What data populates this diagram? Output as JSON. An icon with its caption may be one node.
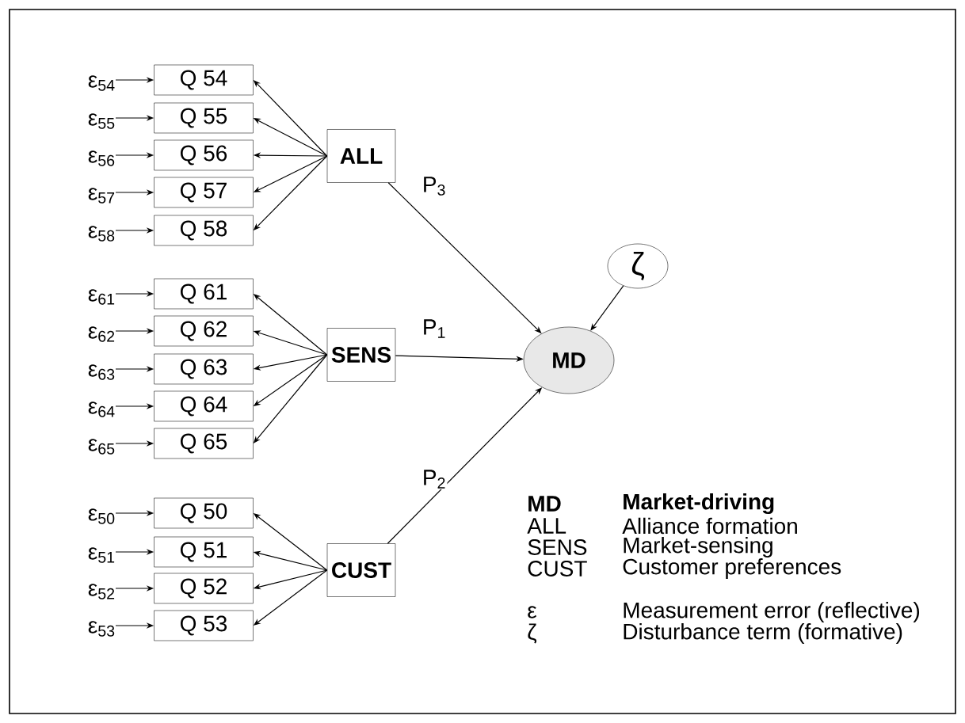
{
  "diagram": {
    "nodes": [
      {
        "text": [
          "ε$_{54}$"
        ]
      },
      {
        "text": [
          "Q 54"
        ]
      },
      {
        "text": [
          "ε$_{55}$"
        ]
      },
      {
        "text": [
          "Q 55"
        ]
      },
      {
        "text": [
          "ε$_{56}$"
        ]
      },
      {
        "text": [
          "Q 56"
        ]
      },
      {
        "text": [
          "ε$_{57}$"
        ]
      },
      {
        "text": [
          "Q 57"
        ]
      },
      {
        "text": [
          "ε$_{58}$"
        ]
      },
      {
        "text": [
          "Q 58"
        ]
      },
      {
        "text": [
          "ε$_{61}$"
        ]
      },
      {
        "text": [
          "Q 61"
        ]
      },
      {
        "text": [
          "ε$_{62}$"
        ]
      },
      {
        "text": [
          "Q 62"
        ]
      },
      {
        "text": [
          "ε$_{63}$"
        ]
      },
      {
        "text": [
          "Q 63"
        ]
      },
      {
        "text": [
          "ε$_{64}$"
        ]
      },
      {
        "text": [
          "Q 64"
        ]
      },
      {
        "text": [
          "ε$_{65}$"
        ]
      },
      {
        "text": [
          "Q 65"
        ]
      },
      {
        "text": [
          "ε$_{50}$"
        ]
      },
      {
        "text": [
          "Q 50"
        ]
      },
      {
        "text": [
          "ε$_{51}$"
        ]
      },
      {
        "text": [
          "Q 51"
        ]
      },
      {
        "text": [
          "ε$_{52}$"
        ]
      },
      {
        "text": [
          "Q 52"
        ]
      },
      {
        "text": [
          "ε$_{53}$"
        ]
      },
      {
        "text": [
          "Q 53"
        ]
      },
      {
        "text": [
          "ALL"
        ]
      },
      {
        "text": [
          "SENS"
        ]
      },
      {
        "text": [
          "CUST"
        ]
      },
      {
        "text": [
          "ζ"
        ]
      },
      {
        "text": [
          "MD"
        ]
      }
    ],
    "edges": [
      {
        "from": 0,
        "to": 1,
        "arrow": "to"
      },
      {
        "from": 2,
        "to": 3,
        "arrow": "to"
      },
      {
        "from": 4,
        "to": 5,
        "arrow": "to"
      },
      {
        "from": 6,
        "to": 7,
        "arrow": "to"
      },
      {
        "from": 8,
        "to": 9,
        "arrow": "to"
      },
      {
        "from": 10,
        "to": 11,
        "arrow": "to"
      },
      {
        "from": 12,
        "to": 13,
        "arrow": "to"
      },
      {
        "from": 14,
        "to": 15,
        "arrow": "to"
      },
      {
        "from": 16,
        "to": 17,
        "arrow": "to"
      },
      {
        "from": 18,
        "to": 19,
        "arrow": "to"
      },
      {
        "from": 20,
        "to": 21,
        "arrow": "to"
      },
      {
        "from": 22,
        "to": 23,
        "arrow": "to"
      },
      {
        "from": 24,
        "to": 25,
        "arrow": "to"
      },
      {
        "from": 26,
        "to": 27,
        "arrow": "to"
      },
      {
        "from": 28,
        "to": 1,
        "arrow": "to"
      },
      {
        "from": 28,
        "to": 3,
        "arrow": "to"
      },
      {
        "from": 28,
        "to": 5,
        "arrow": "to"
      },
      {
        "from": 28,
        "to": 7,
        "arrow": "to"
      },
      {
        "from": 28,
        "to": 9,
        "arrow": "to"
      },
      {
        "from": 29,
        "to": 11,
        "arrow": "to"
      },
      {
        "from": 29,
        "to": 13,
        "arrow": "to"
      },
      {
        "from": 29,
        "to": 15,
        "arrow": "to"
      },
      {
        "from": 29,
        "to": 17,
        "arrow": "to"
      },
      {
        "from": 29,
        "to": 19,
        "arrow": "to"
      },
      {
        "from": 30,
        "to": 21,
        "arrow": "to"
      },
      {
        "from": 30,
        "to": 23,
        "arrow": "to"
      },
      {
        "from": 30,
        "to": 25,
        "arrow": "to"
      },
      {
        "from": 30,
        "to": 27,
        "arrow": "to"
      },
      {
        "from": 28,
        "to": 32,
        "arrow": "to",
        "label": "P$_{3}$"
      },
      {
        "from": 29,
        "to": 32,
        "arrow": "to",
        "label": "P$_{1}$"
      },
      {
        "from": 30,
        "to": 32,
        "arrow": "to",
        "label": "P$_{2}$"
      },
      {
        "from": 31,
        "to": 32,
        "arrow": "to"
      }
    ],
    "labels": [
      "MD",
      "Market-driving",
      "ALL",
      "Alliance formation",
      "SENS",
      "Market-sensing",
      "CUST",
      "Customer preferences",
      "ε",
      "Measurement error (reflective)",
      "ζ",
      "Disturbance term (formative)"
    ]
  }
}
